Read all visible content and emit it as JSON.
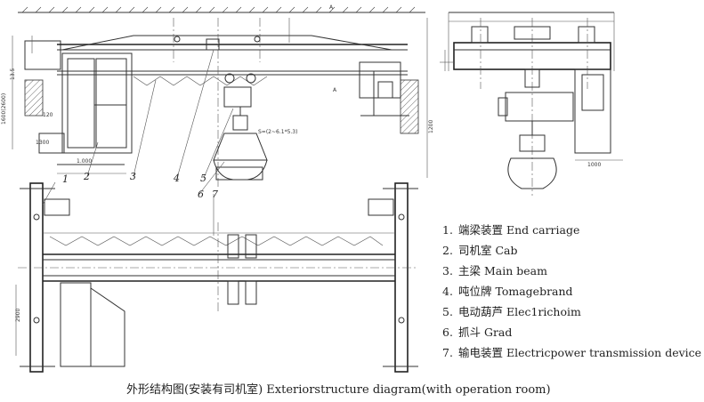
{
  "legend": {
    "items": [
      {
        "num": "1.",
        "text": "端梁装置 End carriage"
      },
      {
        "num": "2.",
        "text": "司机室 Cab"
      },
      {
        "num": "3.",
        "text": "主梁 Main beam"
      },
      {
        "num": "4.",
        "text": "吨位牌 Tomagebrand"
      },
      {
        "num": "5.",
        "text": "电动葫芦 Elec1richoim"
      },
      {
        "num": "6.",
        "text": "抓斗 Grad"
      },
      {
        "num": "7.",
        "text": "输电装置 Electricpower transmission device"
      }
    ]
  },
  "caption": "外形结构图(安装有司机室) Exteriorstructure diagram(with operation room)",
  "callouts": [
    "1",
    "2",
    "3",
    "4",
    "5",
    "6",
    "7"
  ],
  "dimensions": {
    "top_center_mark": "A",
    "section_mark": "A",
    "span_label": "S=(2~6.1*5.3)",
    "cab_dim_1": "1300",
    "cab_dim_2": "1600(2600)",
    "bottom_left_dim": "1.000",
    "side_view_bottom_dim": "1000",
    "plan_left_dim": "2900",
    "height_dim_left": "13.5",
    "cab_height_dim": "120",
    "right_height_dim": "1200"
  }
}
